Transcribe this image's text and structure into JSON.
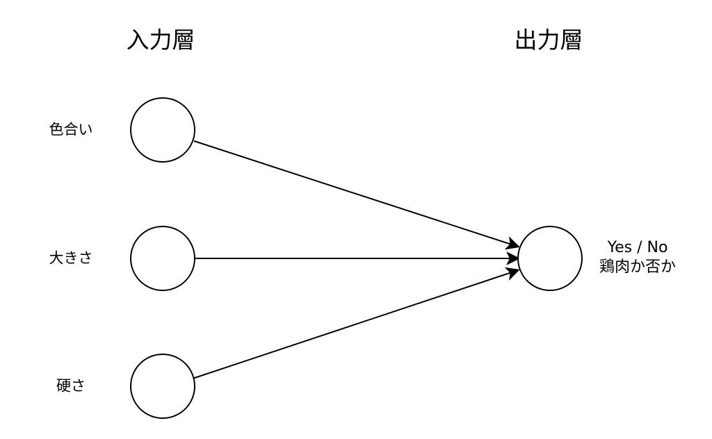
{
  "titles": {
    "input_layer": "入力層",
    "output_layer": "出力層"
  },
  "inputs": [
    {
      "label": "色合い"
    },
    {
      "label": "大きさ"
    },
    {
      "label": "硬さ"
    }
  ],
  "output": {
    "line1": "Yes / No",
    "line2": "鶏肉か否か"
  },
  "colors": {
    "stroke": "#000000",
    "background": "#ffffff"
  }
}
